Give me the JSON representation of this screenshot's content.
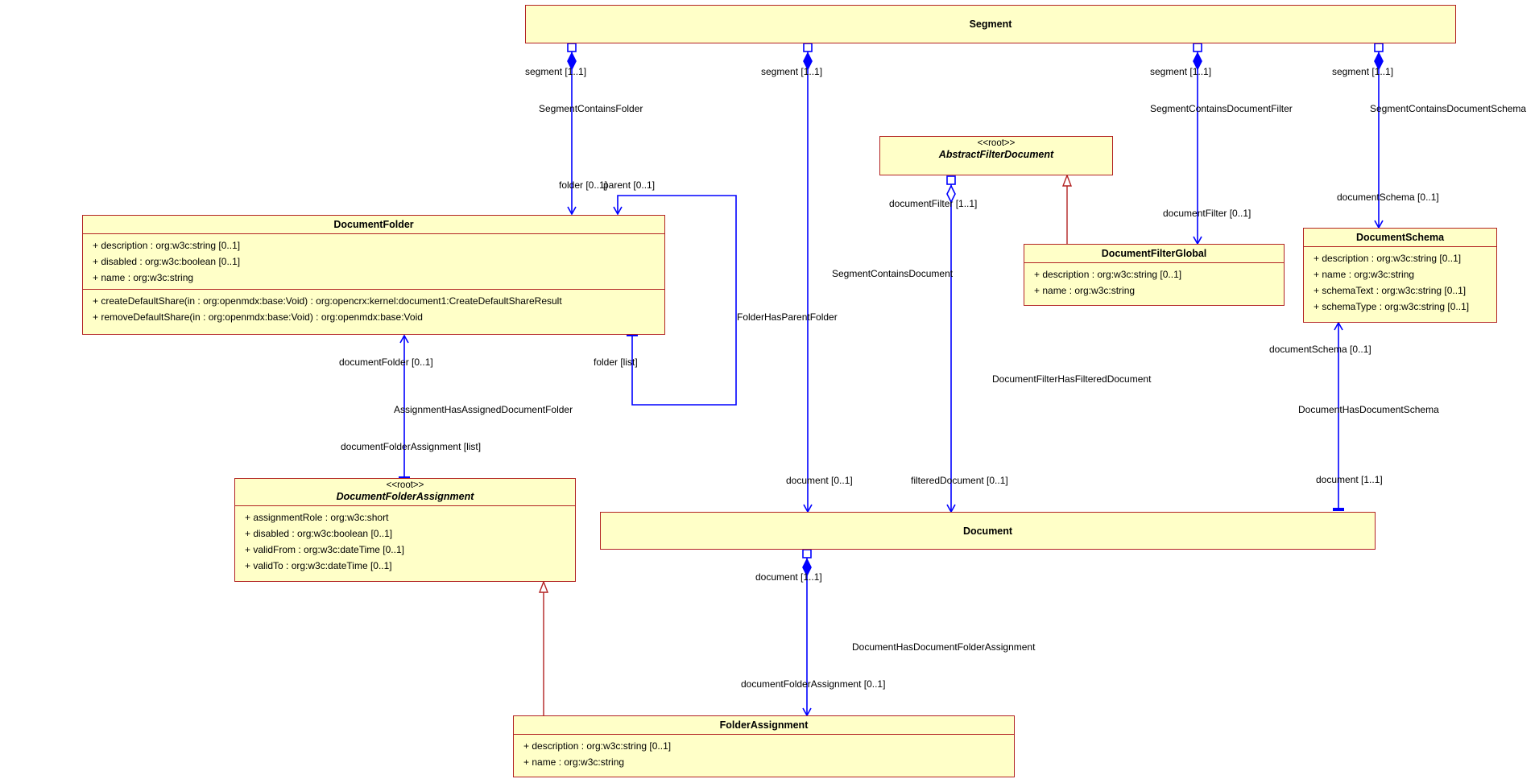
{
  "classes": {
    "segment": {
      "name": "Segment"
    },
    "document_folder": {
      "name": "DocumentFolder",
      "attributes": [
        "+ description : org:w3c:string [0..1]",
        "+ disabled : org:w3c:boolean [0..1]",
        "+ name : org:w3c:string"
      ],
      "operations": [
        "+ createDefaultShare(in : org:openmdx:base:Void) : org:opencrx:kernel:document1:CreateDefaultShareResult",
        "+ removeDefaultShare(in : org:openmdx:base:Void) : org:openmdx:base:Void"
      ]
    },
    "abstract_filter_document": {
      "stereotype": "<<root>>",
      "name": "AbstractFilterDocument"
    },
    "document_filter_global": {
      "name": "DocumentFilterGlobal",
      "attributes": [
        "+ description : org:w3c:string [0..1]",
        "+ name : org:w3c:string"
      ]
    },
    "document_schema": {
      "name": "DocumentSchema",
      "attributes": [
        "+ description : org:w3c:string [0..1]",
        "+ name : org:w3c:string",
        "+ schemaText : org:w3c:string [0..1]",
        "+ schemaType : org:w3c:string [0..1]"
      ]
    },
    "document_folder_assignment": {
      "stereotype": "<<root>>",
      "name": "DocumentFolderAssignment",
      "attributes": [
        "+ assignmentRole : org:w3c:short",
        "+ disabled : org:w3c:boolean [0..1]",
        "+ validFrom : org:w3c:dateTime [0..1]",
        "+ validTo : org:w3c:dateTime [0..1]"
      ]
    },
    "document": {
      "name": "Document"
    },
    "folder_assignment": {
      "name": "FolderAssignment",
      "attributes": [
        "+ description : org:w3c:string [0..1]",
        "+ name : org:w3c:string"
      ]
    }
  },
  "associations": {
    "segment_contains_folder": {
      "name": "SegmentContainsFolder",
      "end_a": "segment [1..1]",
      "end_b": "folder [0..1]"
    },
    "segment_contains_document": {
      "name": "SegmentContainsDocument",
      "end_a": "segment [1..1]",
      "end_b": "document [0..1]"
    },
    "segment_contains_document_filter": {
      "name": "SegmentContainsDocumentFilter",
      "end_a": "segment [1..1]",
      "end_b": "documentFilter [0..1]"
    },
    "segment_contains_document_schema": {
      "name": "SegmentContainsDocumentSchema",
      "end_a": "segment [1..1]",
      "end_b": "documentSchema [0..1]"
    },
    "folder_has_parent_folder": {
      "name": "FolderHasParentFolder",
      "end_a": "parent [0..1]",
      "end_b": "folder [list]"
    },
    "assignment_has_assigned_document_folder": {
      "name": "AssignmentHasAssignedDocumentFolder",
      "end_a": "documentFolder [0..1]",
      "end_b": "documentFolderAssignment [list]"
    },
    "document_filter_has_filtered_document": {
      "name": "DocumentFilterHasFilteredDocument",
      "end_a": "documentFilter [1..1]",
      "end_b": "filteredDocument [0..1]"
    },
    "document_has_document_schema": {
      "name": "DocumentHasDocumentSchema",
      "end_a": "documentSchema [0..1]",
      "end_b": "document [1..1]"
    },
    "document_has_document_folder_assignment": {
      "name": "DocumentHasDocumentFolderAssignment",
      "end_a": "document [1..1]",
      "end_b": "documentFolderAssignment [0..1]"
    }
  },
  "colors": {
    "class_fill": "#ffffc8",
    "class_border": "#b22222",
    "association": "#0000ff",
    "generalization": "#b22222"
  }
}
